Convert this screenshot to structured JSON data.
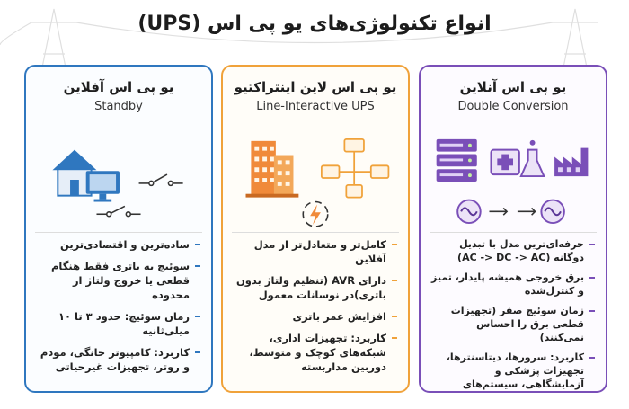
{
  "title": "انواع تکنولوژی‌های یو پی اس (UPS)",
  "cards": [
    {
      "id": "standby",
      "title": "یو پی اس آفلاین",
      "subtitle": "Standby",
      "accent": "#2f77bf",
      "icons": [
        "house-icon",
        "monitor-icon",
        "switch-open-icon",
        "switch-icon"
      ],
      "bullets": [
        "ساده‌ترین و اقتصادی‌ترین",
        "سوئیچ به باتری فقط هنگام قطعی یا خروج ولتاژ از محدوده",
        "زمان سوئیچ: حدود ۳ تا ۱۰ میلی‌ثانیه",
        "کاربرد: کامپیوتر خانگی، مودم و روتر، تجهیزات غیرحیاتی"
      ]
    },
    {
      "id": "line",
      "title": "یو پی اس لاین اینتراکتیو",
      "subtitle": "Line-Interactive UPS",
      "accent": "#f0a23a",
      "icons": [
        "office-building-icon",
        "network-devices-icon",
        "power-regulation-icon"
      ],
      "bullets": [
        "کامل‌تر و متعادل‌تر از مدل آفلاین",
        "دارای AVR (تنظیم ولتاژ بدون باتری)در نوسانات معمول",
        "افزایش عمر باتری",
        "کاربرد: تجهیزات اداری، شبکه‌های کوچک و متوسط، دوربین مداربسته"
      ]
    },
    {
      "id": "online",
      "title": "یو پی اس آنلاین",
      "subtitle": "Double Conversion",
      "accent": "#7a4fb8",
      "icons": [
        "server-rack-icon",
        "medical-icon",
        "lab-flask-icon",
        "factory-icon",
        "ac-wave-icon",
        "double-arrow-icon"
      ],
      "bullets": [
        "حرفه‌ای‌ترین مدل با تبدیل دوگانه (AC -> DC -> AC)",
        "برق خروجی همیشه پایدار، تمیز و کنترل‌شده",
        "زمان سوئیچ صفر (تجهیزات قطعی برق را احساس نمی‌کنند)",
        "کاربرد: سرورها، دیتاسنترها، تجهیزات پزشکی و آزمایشگاهی، سیستم‌های سیستم‌های مخابراتی"
      ]
    }
  ]
}
